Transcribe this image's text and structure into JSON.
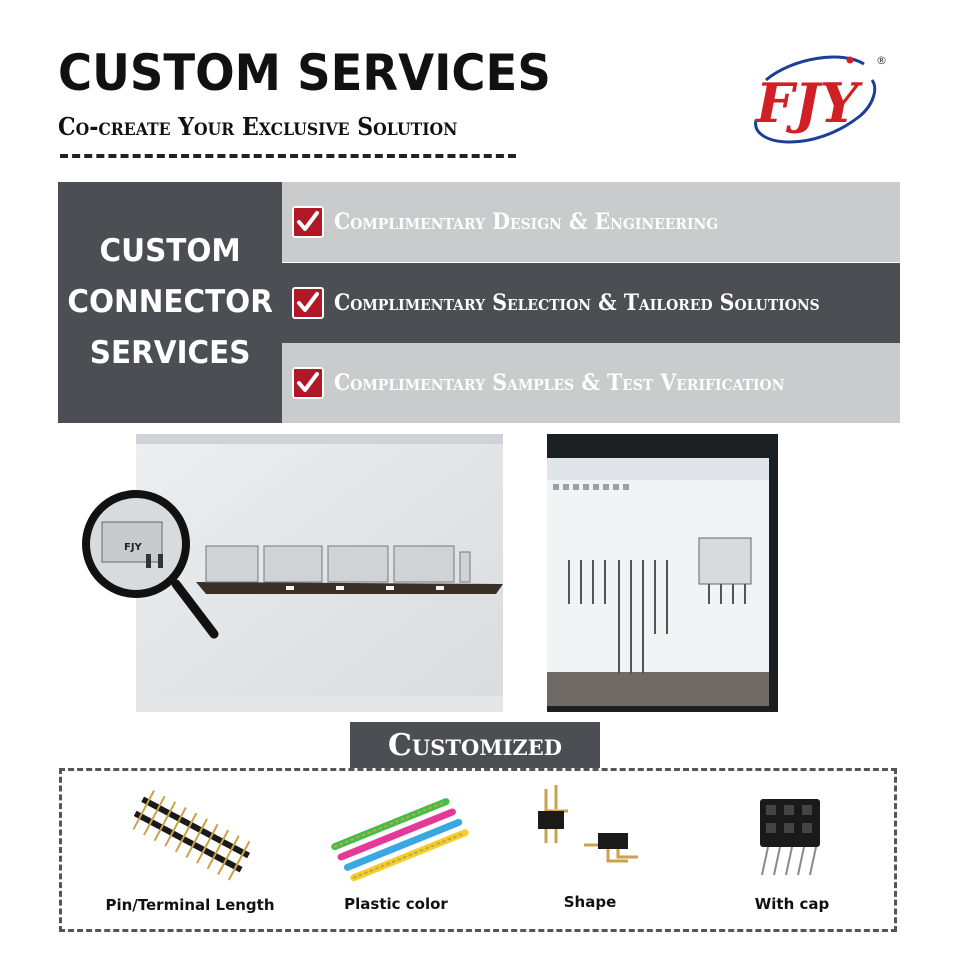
{
  "header": {
    "title": "CUSTOM SERVICES",
    "subtitle": "Co-create Your Exclusive Solution"
  },
  "logo": {
    "text": "FJY",
    "registered": "®"
  },
  "services": {
    "heading": "CUSTOM\nCONNECTOR\nSERVICES",
    "items": [
      {
        "label": "Complimentary Design & Engineering"
      },
      {
        "label": "Complimentary Selection & Tailored Solutions"
      },
      {
        "label": "Complimentary Samples & Test Verification"
      }
    ]
  },
  "photo_mark": "FJY",
  "customized": {
    "heading": "Customized",
    "items": [
      {
        "label": "Pin/Terminal Length",
        "icon": "pin-header-icon"
      },
      {
        "label": "Plastic color",
        "icon": "colored-headers-icon"
      },
      {
        "label": "Shape",
        "icon": "right-angle-header-icon"
      },
      {
        "label": "With cap",
        "icon": "capped-socket-icon"
      }
    ]
  },
  "colors": {
    "dark_panel": "#4b4e52",
    "light_panel": "#c9cbcd",
    "check_red": "#b01826",
    "logo_red": "#d21f26",
    "logo_blue": "#1b3f96"
  }
}
